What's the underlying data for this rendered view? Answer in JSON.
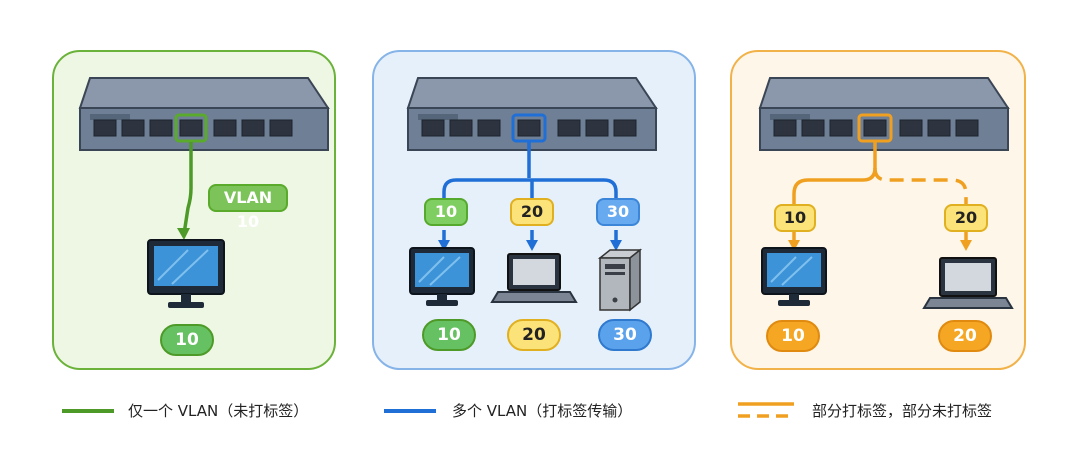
{
  "panels": [
    {
      "id": "untagged",
      "color": "#5aaa2c",
      "fill": "#eef7e4",
      "badge_label": "VLAN 10",
      "device_labels": [
        "10"
      ]
    },
    {
      "id": "tagged",
      "color": "#1f6fd6",
      "fill": "#e6f0fb",
      "branch_labels": [
        "10",
        "20",
        "30"
      ],
      "device_labels": [
        "10",
        "20",
        "30"
      ]
    },
    {
      "id": "hybrid",
      "color": "#f0a020",
      "fill": "#fef6e8",
      "branch_labels": [
        "10",
        "20"
      ],
      "device_labels": [
        "10",
        "20"
      ]
    }
  ],
  "vlan_colors": {
    "10": {
      "bg": "#c5e8b4",
      "border": "#55aa2e",
      "text": "#ffffff",
      "pill_bg": "#55bb55"
    },
    "20": {
      "bg": "#fbe79a",
      "border": "#e0b020",
      "text": "#222222"
    },
    "30": {
      "bg": "#a8cdf3",
      "border": "#3b86d8",
      "text": "#ffffff"
    }
  },
  "legend": [
    {
      "text": "仅一个 VLAN（未打标签）",
      "color": "#4e9a28",
      "style": "solid"
    },
    {
      "text": "多个 VLAN（打标签传输）",
      "color": "#1f6fd6",
      "style": "solid"
    },
    {
      "text": "部分打标签，部分未打标签",
      "color": "#f0a020",
      "style": "double-dashed"
    }
  ]
}
